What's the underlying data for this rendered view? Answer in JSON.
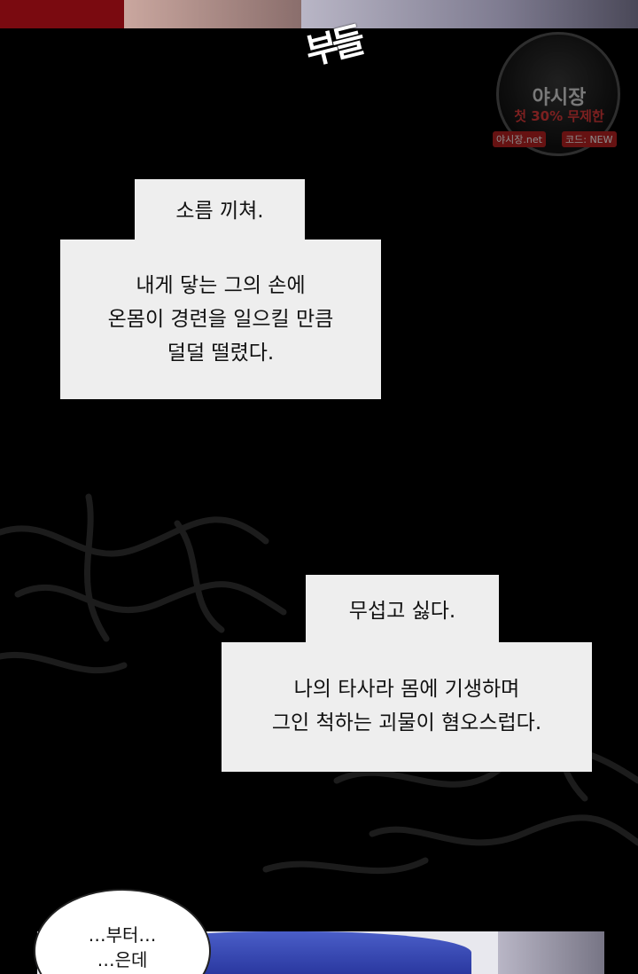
{
  "sound_effect": "부들",
  "watermark": {
    "title": "야시장",
    "promo": "첫 30% 무제한",
    "site": "야시장.net",
    "code": "코드: NEW"
  },
  "narration_1": {
    "heading": "소름 끼쳐.",
    "lines": [
      "내게 닿는 그의 손에",
      "온몸이 경련을 일으킬 만큼",
      "덜덜 떨렸다."
    ]
  },
  "narration_2": {
    "heading": "무섭고 싫다.",
    "lines": [
      "나의 타사라 몸에 기생하며",
      "그인 척하는 괴물이 혐오스럽다."
    ]
  },
  "speech_bubble": {
    "lines": [
      "…부터…",
      "…은데"
    ]
  }
}
